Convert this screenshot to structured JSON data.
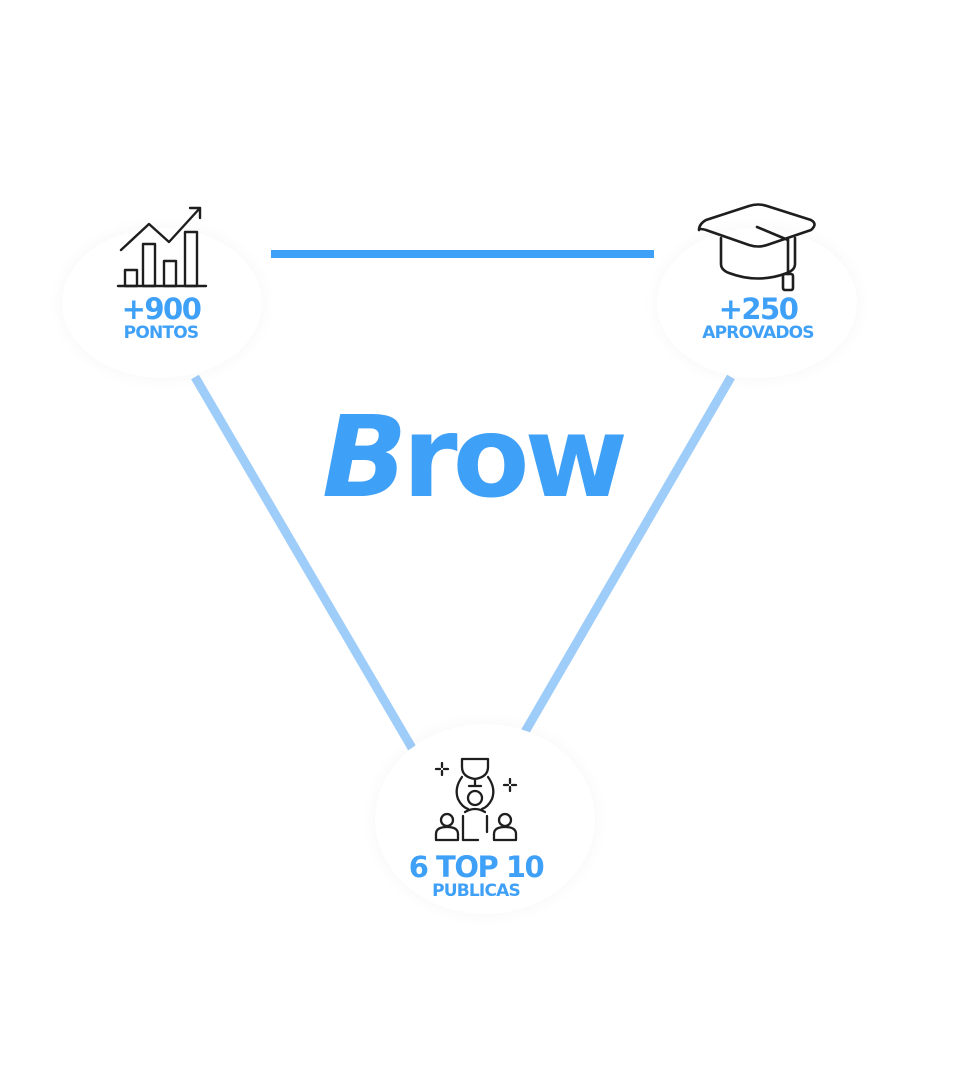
{
  "colors": {
    "accent": "#3fa0f7",
    "accent_light": "#9fcdfa",
    "icon_stroke": "#1e1e1e"
  },
  "brand": {
    "initial": "B",
    "rest": "row"
  },
  "nodes": [
    {
      "value": "+900",
      "label": "PONTOS",
      "icon": "growth-chart-icon"
    },
    {
      "value": "+250",
      "label": "APROVADOS",
      "icon": "graduation-cap-icon"
    },
    {
      "value": "6 TOP 10",
      "label": "PUBLICAS",
      "icon": "trophy-winner-icon"
    }
  ]
}
